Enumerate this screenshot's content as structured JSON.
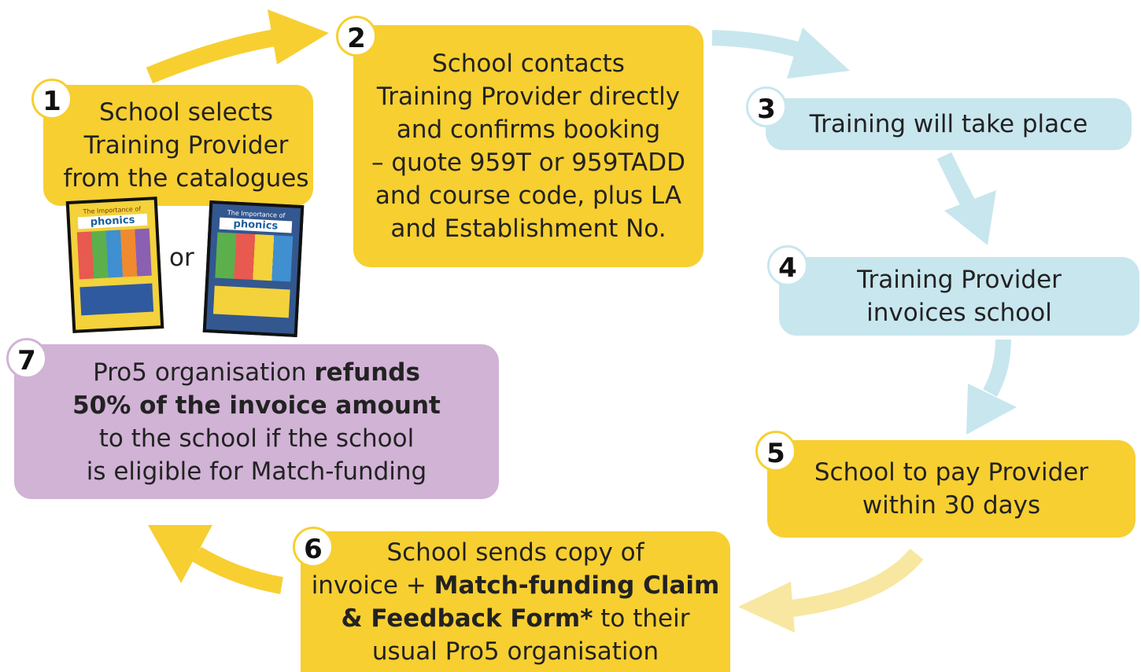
{
  "steps": [
    {
      "num": "1",
      "lines": [
        "School selects",
        "Training Provider",
        "from the catalogues"
      ]
    },
    {
      "num": "2",
      "lines": [
        "School contacts",
        "Training Provider directly",
        "and confirms booking",
        "– quote 959T or 959TADD",
        "and course code, plus LA",
        "and Establishment No."
      ]
    },
    {
      "num": "3",
      "lines": [
        "Training will take place"
      ]
    },
    {
      "num": "4",
      "lines": [
        "Training Provider",
        "invoices school"
      ]
    },
    {
      "num": "5",
      "lines": [
        "School to pay Provider",
        "within 30 days"
      ]
    },
    {
      "num": "6",
      "line1": "School sends copy of",
      "line2_pre": "invoice + ",
      "line2_bold": "Match-funding Claim",
      "line3_bold": "& Feedback Form*",
      "line3_post": " to their",
      "line4": "usual Pro5 organisation"
    },
    {
      "num": "7",
      "line1_pre": "Pro5 organisation ",
      "line1_bold": "refunds",
      "line2_bold": "50% of the invoice amount",
      "line3": "to the school if the school",
      "line4": "is eligible for Match-funding"
    }
  ],
  "or_label": "or",
  "catalogues": [
    {
      "title": "The Importance of",
      "word": "phonics",
      "bg": "#f3d23b"
    },
    {
      "title": "The Importance of",
      "word": "phonics",
      "bg": "#33578f"
    }
  ],
  "colors": {
    "yellow": "#f7cf31",
    "blue": "#c8e6ee",
    "purple": "#d1b3d6",
    "pale_yellow": "#f8e7a0"
  }
}
